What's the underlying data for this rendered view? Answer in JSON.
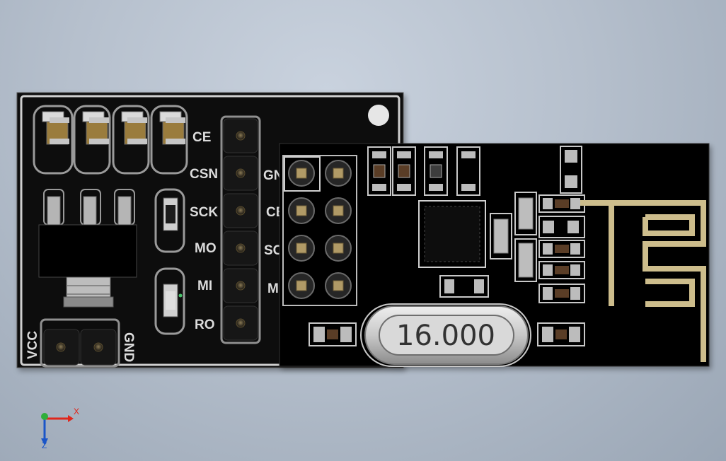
{
  "adapter_board": {
    "pin_labels": [
      "CE",
      "CSN",
      "SCK",
      "MO",
      "MI",
      "RO"
    ],
    "power_labels": [
      "VCC",
      "GND"
    ],
    "header_side_labels": [
      "GN",
      "CE",
      "SC",
      "M"
    ]
  },
  "rf_module": {
    "crystal_label": "16.000"
  },
  "triad": {
    "x_label": "X",
    "z_label": "Z"
  },
  "colors": {
    "pcb": "#0a0a0a",
    "silkscreen": "#dcdcdc",
    "gold_antenna": "#cdbd8c",
    "pad_silver": "#b9b9b9",
    "axis_x": "#e0261b",
    "axis_y": "#2fae3a",
    "axis_z": "#1a55c8"
  }
}
